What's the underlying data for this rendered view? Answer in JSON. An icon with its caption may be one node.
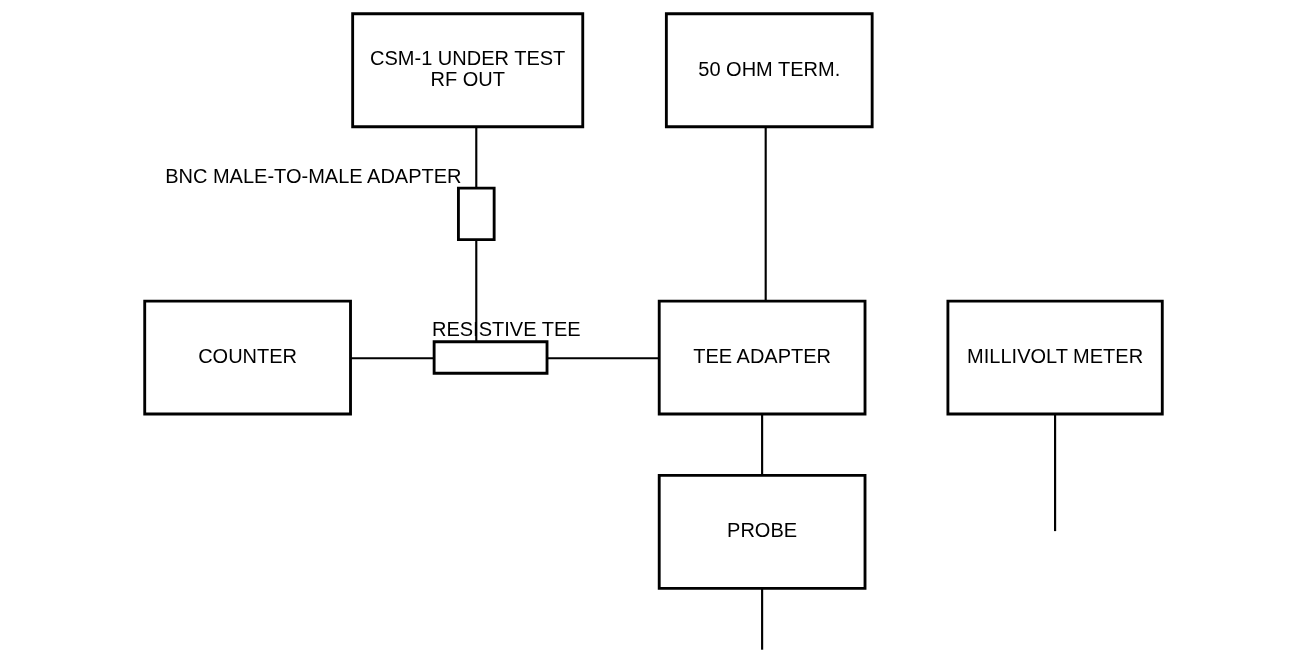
{
  "diagram": {
    "nodes": [
      {
        "text": [
          "CSM-1 UNDER TEST",
          "RF OUT"
        ]
      },
      {
        "text": [
          "50 OHM TERM."
        ]
      },
      {
        "text": [],
        "shape": "box",
        "beside": [
          "BNC MALE-TO-MALE ADAPTER"
        ]
      },
      {
        "text": [
          "COUNTER"
        ]
      },
      {
        "text": [],
        "shape": "box",
        "beside": [
          "RESISTIVE TEE"
        ]
      },
      {
        "text": [
          "TEE ADAPTER"
        ]
      },
      {
        "text": [
          "MILLIVOLT METER"
        ]
      },
      {
        "text": [
          "PROBE"
        ]
      }
    ],
    "edges": [
      {
        "from": 0,
        "to": 2,
        "arrow": "none"
      },
      {
        "from": 2,
        "to": 4,
        "arrow": "none"
      },
      {
        "from": 3,
        "to": 4,
        "arrow": "none"
      },
      {
        "from": 4,
        "to": 5,
        "arrow": "none"
      },
      {
        "from": 1,
        "to": 5,
        "arrow": "none"
      },
      {
        "from": 5,
        "to": 7,
        "arrow": "none"
      },
      {
        "from": 7,
        "to": null,
        "arrow": "none"
      },
      {
        "from": 6,
        "to": null,
        "arrow": "none"
      }
    ]
  }
}
